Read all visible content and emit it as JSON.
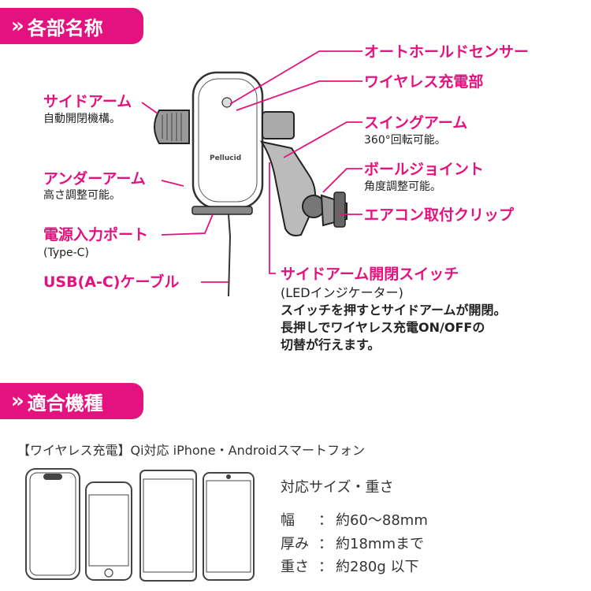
{
  "sections": {
    "parts_title": "各部名称",
    "models_title": "適合機種",
    "chevron": "»"
  },
  "labels": {
    "side_arm": "サイドアーム",
    "side_arm_sub": "自動開閉機構。",
    "under_arm": "アンダーアーム",
    "under_arm_sub": "高さ調整可能。",
    "power_port": "電源入力ポート",
    "power_port_sub": "(Type-C)",
    "usb_cable": "USB(A-C)ケーブル",
    "auto_hold": "オートホールドセンサー",
    "wireless": "ワイヤレス充電部",
    "swing_arm": "スイングアーム",
    "swing_arm_sub": "360°回転可能。",
    "ball_joint": "ボールジョイント",
    "ball_joint_sub": "角度調整可能。",
    "clip": "エアコン取付クリップ",
    "switch": "サイドアーム開閉スイッチ",
    "switch_line1": "(LEDインジケーター)",
    "switch_line2": "スイッチを押すとサイドアームが開閉。",
    "switch_line3": "長押しでワイヤレス充電ON/OFFの",
    "switch_line4": "切替が行えます。",
    "brand": "Pellucid"
  },
  "compat": {
    "text": "【ワイヤレス充電】Qi対応 iPhone・Androidスマートフォン"
  },
  "spec": {
    "title": "対応サイズ・重さ",
    "rows": [
      {
        "key": "幅",
        "sep": "：",
        "value": "約60〜88mm"
      },
      {
        "key": "厚み",
        "sep": "：",
        "value": "約18mmまで"
      },
      {
        "key": "重さ",
        "sep": "：",
        "value": "約280g 以下"
      }
    ]
  },
  "colors": {
    "accent": "#e4127e",
    "line": "#333333"
  }
}
